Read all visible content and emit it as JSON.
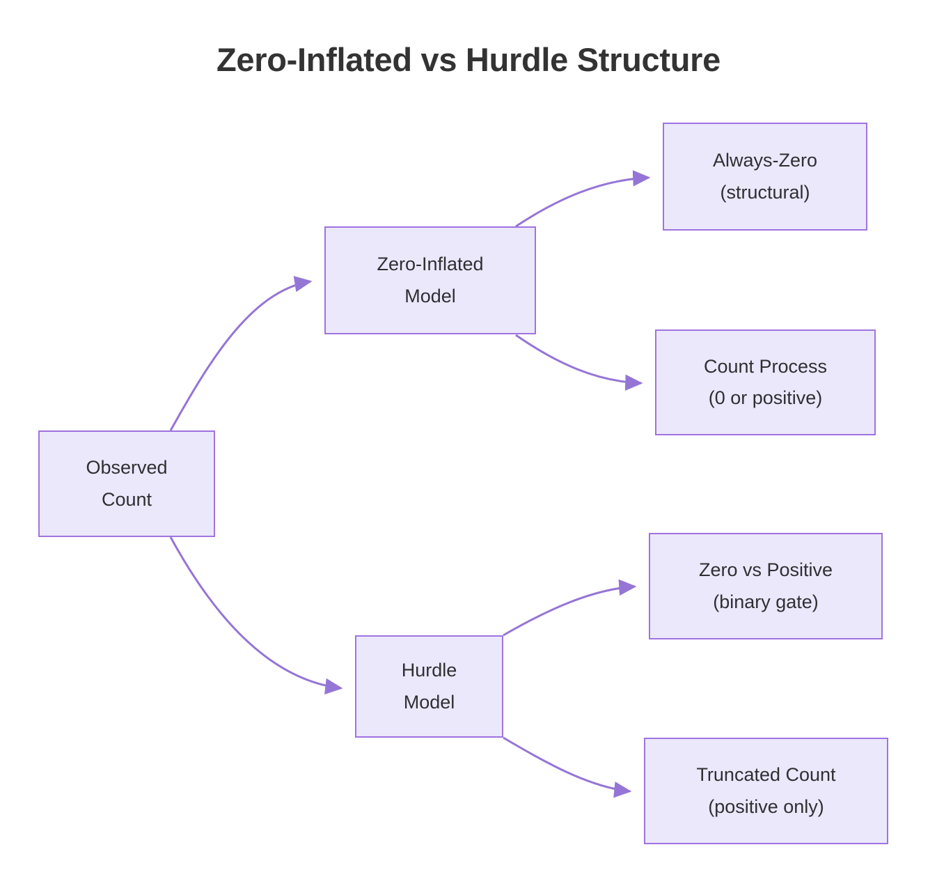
{
  "title": "Zero-Inflated vs Hurdle Structure",
  "colors": {
    "node_fill": "#ebe8fb",
    "node_border": "#9f73e0",
    "edge": "#9575d6",
    "title_text": "#333333",
    "node_text": "#2f2f33",
    "background": "#ffffff"
  },
  "nodes": [
    {
      "id": "observed",
      "line1": "Observed",
      "line2": "Count"
    },
    {
      "id": "zero_inflated",
      "line1": "Zero-Inflated",
      "line2": "Model"
    },
    {
      "id": "hurdle",
      "line1": "Hurdle",
      "line2": "Model"
    },
    {
      "id": "always_zero",
      "line1": "Always-Zero",
      "line2": "(structural)"
    },
    {
      "id": "count_process",
      "line1": "Count Process",
      "line2": "(0 or positive)"
    },
    {
      "id": "zero_vs_pos",
      "line1": "Zero vs Positive",
      "line2": "(binary gate)"
    },
    {
      "id": "truncated_count",
      "line1": "Truncated Count",
      "line2": "(positive only)"
    }
  ],
  "edges": [
    {
      "id": "observed-to-zero-inflated",
      "from": "observed",
      "to": "zero_inflated",
      "label": ""
    },
    {
      "id": "observed-to-hurdle",
      "from": "observed",
      "to": "hurdle",
      "label": ""
    },
    {
      "id": "zero-inflated-to-always-zero",
      "from": "zero_inflated",
      "to": "always_zero",
      "label": ""
    },
    {
      "id": "zero-inflated-to-count-process",
      "from": "zero_inflated",
      "to": "count_process",
      "label": ""
    },
    {
      "id": "hurdle-to-zero-vs-positive",
      "from": "hurdle",
      "to": "zero_vs_pos",
      "label": ""
    },
    {
      "id": "hurdle-to-truncated-count",
      "from": "hurdle",
      "to": "truncated_count",
      "label": ""
    }
  ]
}
